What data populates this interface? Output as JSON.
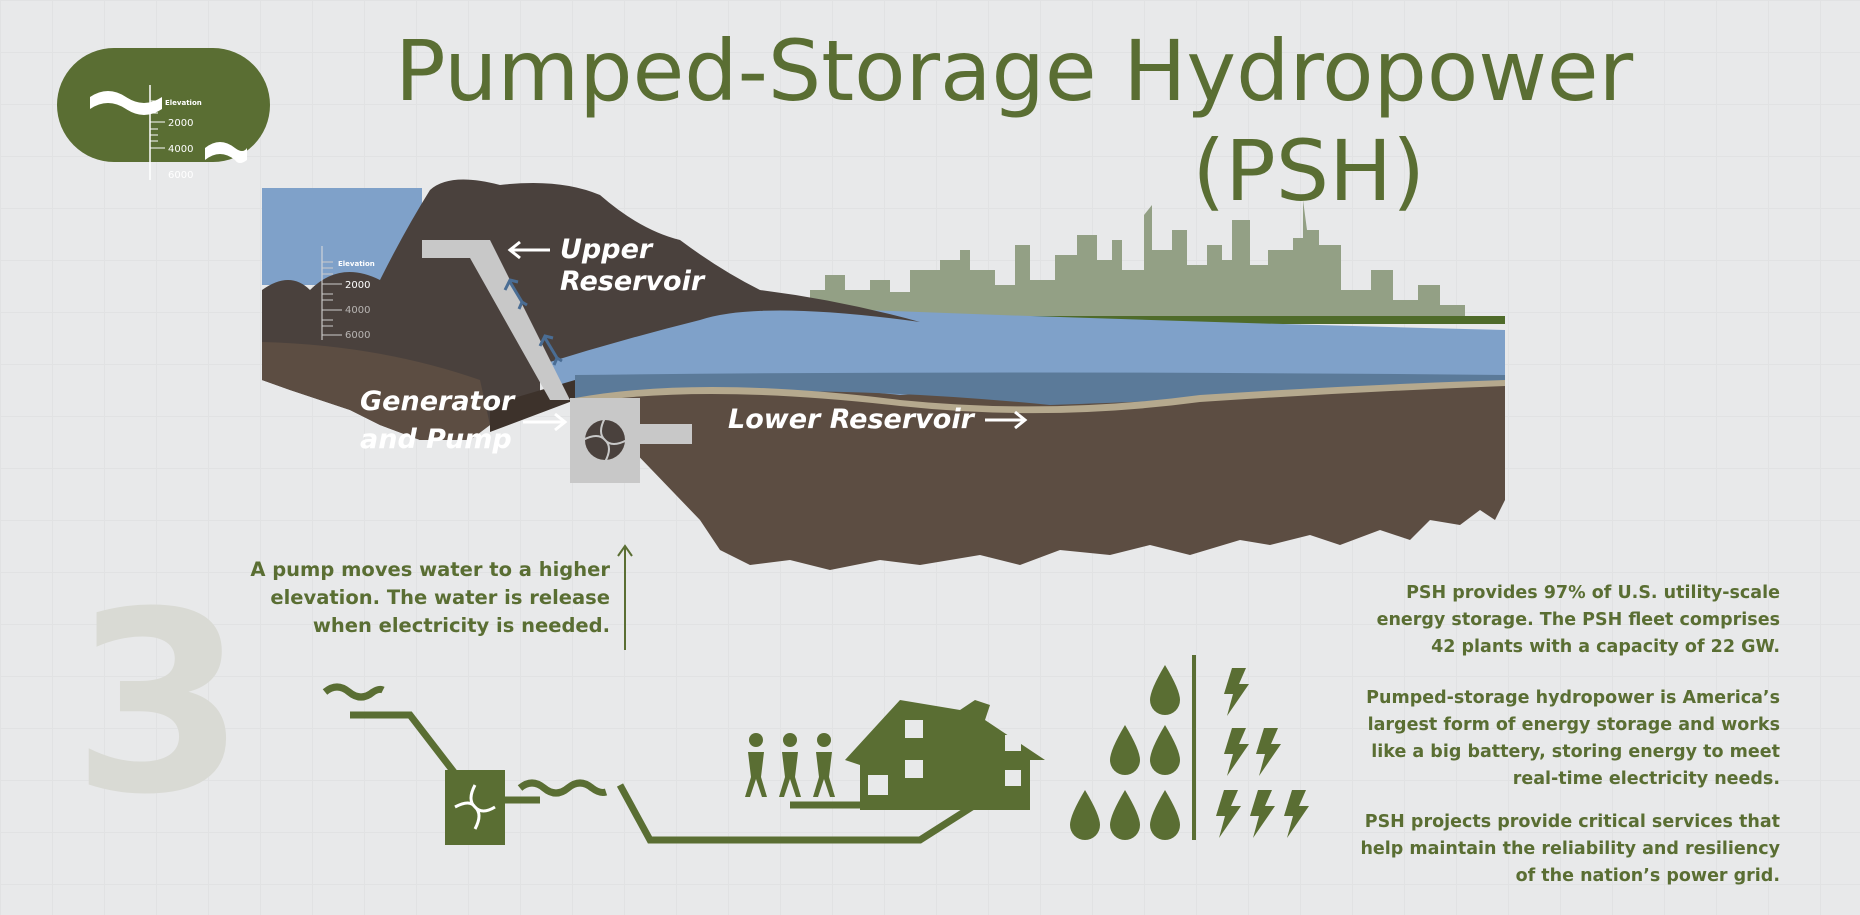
{
  "title": {
    "line1": "Pumped-Storage Hydropower",
    "line2": "(PSH)"
  },
  "legend_badge": {
    "elevation_label": "Elevation",
    "ticks": [
      "2000",
      "4000",
      "6000"
    ]
  },
  "diagram": {
    "elevation_label": "Elevation",
    "ticks": [
      "2000",
      "4000",
      "6000"
    ],
    "upper_reservoir": [
      "Upper",
      "Reservoir"
    ],
    "generator": [
      "Generator",
      "and Pump"
    ],
    "lower_reservoir": "Lower Reservoir"
  },
  "caption": [
    "A pump moves water to a higher",
    "elevation. The water is release",
    "when electricity is needed."
  ],
  "step_number": "3",
  "info": {
    "p1": [
      "PSH provides 97% of U.S. utility-scale",
      "energy storage. The PSH fleet comprises",
      "42 plants with a capacity of 22 GW."
    ],
    "p2": [
      "Pumped-storage hydropower is America’s",
      "largest form of energy storage and works",
      "like a big battery, storing energy to meet",
      "real-time electricity needs."
    ],
    "p3": [
      "PSH projects provide critical services that",
      "help maintain the reliability and resiliency",
      "of the nation’s power grid."
    ]
  },
  "colors": {
    "green": "#5a6e33",
    "rock": "#4a413d",
    "soil": "#5c4d42",
    "water": "#7fa1c9",
    "deep_water": "#5b7a99",
    "city": "#93a085"
  }
}
